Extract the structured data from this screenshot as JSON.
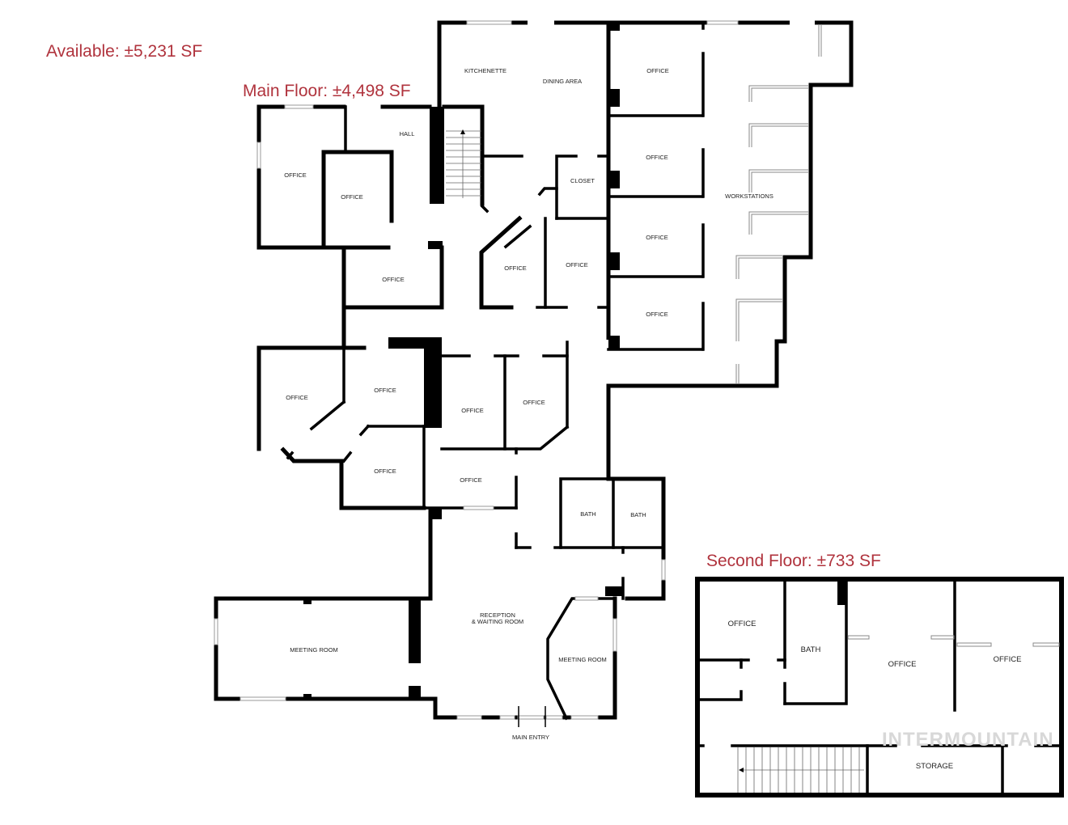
{
  "headings": {
    "available": "Available: ±5,231 SF",
    "main_floor": "Main Floor: ±4,498 SF",
    "second_floor": "Second Floor: ±733 SF"
  },
  "colors": {
    "heading": "#b0333d",
    "walls": "#000000",
    "background": "#ffffff",
    "watermark": "#d8d8d8"
  },
  "main_floor": {
    "rooms": [
      {
        "id": "kitchenette",
        "label": "KITCHENETTE"
      },
      {
        "id": "dining-area",
        "label": "DINING AREA"
      },
      {
        "id": "hall",
        "label": "HALL"
      },
      {
        "id": "office-nw-outer",
        "label": "OFFICE"
      },
      {
        "id": "office-nw-inner",
        "label": "OFFICE"
      },
      {
        "id": "office-below-hall",
        "label": "OFFICE"
      },
      {
        "id": "closet",
        "label": "CLOSET"
      },
      {
        "id": "office-angled",
        "label": "OFFICE"
      },
      {
        "id": "office-center-right",
        "label": "OFFICE"
      },
      {
        "id": "office-east-1",
        "label": "OFFICE"
      },
      {
        "id": "office-east-2",
        "label": "OFFICE"
      },
      {
        "id": "office-east-3",
        "label": "OFFICE"
      },
      {
        "id": "office-east-4",
        "label": "OFFICE"
      },
      {
        "id": "workstations",
        "label": "WORKSTATIONS"
      },
      {
        "id": "office-west-mid",
        "label": "OFFICE"
      },
      {
        "id": "office-mid-upper",
        "label": "OFFICE"
      },
      {
        "id": "office-mid-lower",
        "label": "OFFICE"
      },
      {
        "id": "office-center-1",
        "label": "OFFICE"
      },
      {
        "id": "office-center-2",
        "label": "OFFICE"
      },
      {
        "id": "office-south-center",
        "label": "OFFICE"
      },
      {
        "id": "bath-1",
        "label": "BATH"
      },
      {
        "id": "bath-2",
        "label": "BATH"
      },
      {
        "id": "meeting-room-west",
        "label": "MEETING ROOM"
      },
      {
        "id": "reception",
        "label_line1": "RECEPTION",
        "label_line2": "& WAITING ROOM"
      },
      {
        "id": "meeting-room-east",
        "label": "MEETING ROOM"
      }
    ],
    "main_entry": "MAIN ENTRY"
  },
  "second_floor": {
    "rooms": [
      {
        "id": "office-1",
        "label": "OFFICE"
      },
      {
        "id": "bath",
        "label": "BATH"
      },
      {
        "id": "office-2",
        "label": "OFFICE"
      },
      {
        "id": "office-3",
        "label": "OFFICE"
      },
      {
        "id": "storage",
        "label": "STORAGE"
      }
    ]
  },
  "watermark": "INTERMOUNTAIN"
}
